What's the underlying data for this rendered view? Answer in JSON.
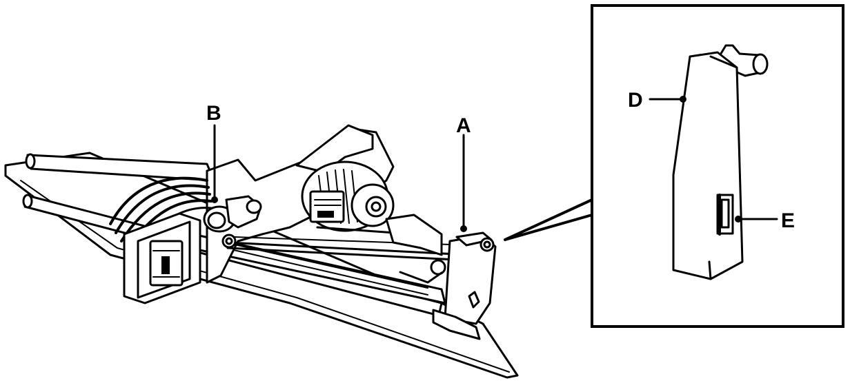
{
  "labels": {
    "a": "A",
    "b": "B",
    "d": "D",
    "e": "E"
  },
  "colors": {
    "ink": "#000000",
    "paper": "#ffffff"
  }
}
